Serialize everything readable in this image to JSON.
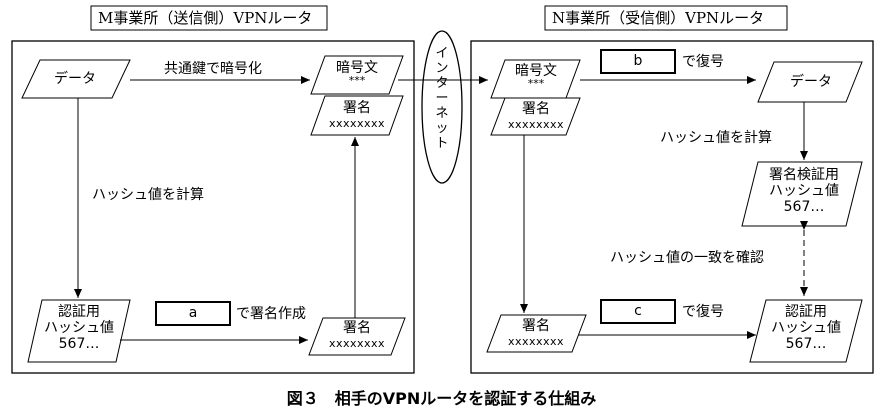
{
  "sender_title": "M事業所（送信側）VPNルータ",
  "receiver_title": "N事業所（受信側）VPNルータ",
  "internet": [
    "イ",
    "ン",
    "タ",
    "ー",
    "ネ",
    "ッ",
    "ト"
  ],
  "sender": {
    "data_label": "データ",
    "encrypt_label": "共通鍵で暗号化",
    "ciphertext_title": "暗号文",
    "ciphertext_stars": "***",
    "signature_title": "署名",
    "signature_value": "xxxxxxxx",
    "hash_label": "ハッシュ値を計算",
    "auth_hash_line1": "認証用",
    "auth_hash_line2": "ハッシュ値",
    "auth_hash_line3": "567…",
    "box_a": "a",
    "sign_create_label": "で署名作成",
    "signature2_title": "署名",
    "signature2_value": "xxxxxxxx"
  },
  "receiver": {
    "ciphertext_title": "暗号文",
    "ciphertext_stars": "***",
    "signature_title": "署名",
    "signature_value": "xxxxxxxx",
    "box_b": "b",
    "decrypt_label": "で復号",
    "data_label": "データ",
    "hash_label": "ハッシュ値を計算",
    "verify_hash_line1": "署名検証用",
    "verify_hash_line2": "ハッシュ値",
    "verify_hash_line3": "567…",
    "match_label": "ハッシュ値の一致を確認",
    "signature2_title": "署名",
    "signature2_value": "xxxxxxxx",
    "box_c": "c",
    "decrypt2_label": "で復号",
    "auth_hash_line1": "認証用",
    "auth_hash_line2": "ハッシュ値",
    "auth_hash_line3": "567…"
  },
  "caption": "図３　相手のVPNルータを認証する仕組み"
}
